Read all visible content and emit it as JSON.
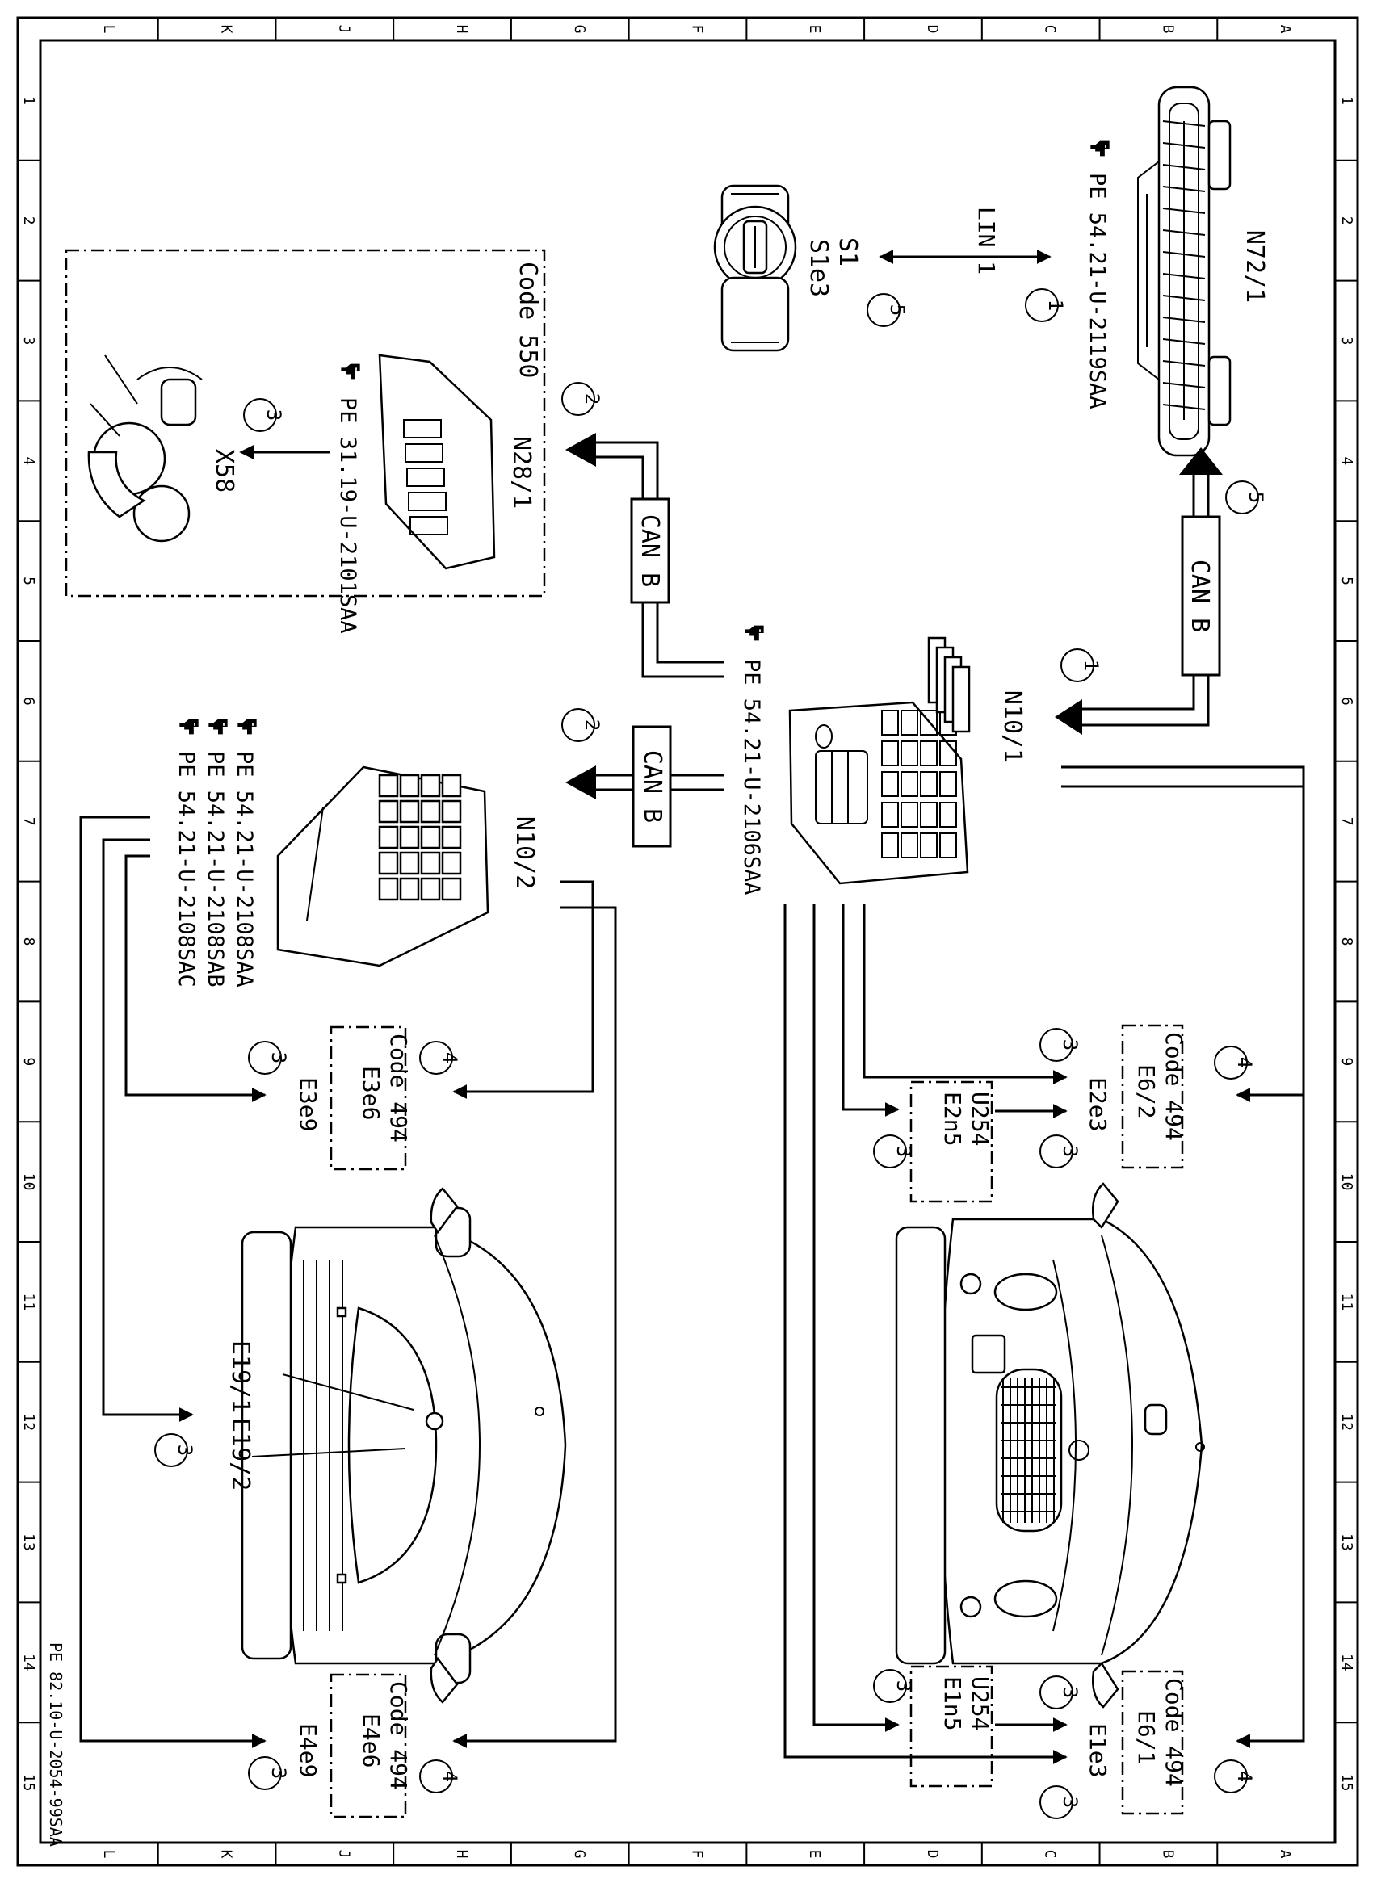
{
  "grid": {
    "letters": [
      "A",
      "B",
      "C",
      "D",
      "E",
      "F",
      "G",
      "H",
      "J",
      "K",
      "L"
    ],
    "numbers": [
      "1",
      "2",
      "3",
      "4",
      "5",
      "6",
      "7",
      "8",
      "9",
      "10",
      "11",
      "12",
      "13",
      "14",
      "15"
    ]
  },
  "components": {
    "n72_1": "N72/1",
    "n10_1": "N10/1",
    "n10_2": "N10/2",
    "n28_1": "N28/1",
    "s1": "S1",
    "s1e3": "S1e3",
    "x58": "X58"
  },
  "pe_refs": {
    "n72_1": "PE 54.21-U-2119SAA",
    "n10_1": "PE 54.21-U-2106SAA",
    "n28_1": "PE 31.19-U-2101SAA",
    "n10_2_a": "PE 54.21-U-2108SAA",
    "n10_2_b": "PE 54.21-U-2108SAB",
    "n10_2_c": "PE 54.21-U-2108SAC"
  },
  "buses": {
    "lin1": "LIN 1",
    "can_b": "CAN B"
  },
  "codes": {
    "code550": "Code 550",
    "code494": "Code 494"
  },
  "lamps": {
    "e6_2": "E6/2",
    "e2e3": "E2e3",
    "u254": "U254",
    "e2n5": "E2n5",
    "e6_1": "E6/1",
    "e1e3": "E1e3",
    "e1n5": "E1n5",
    "e3e6": "E3e6",
    "e3e9": "E3e9",
    "e4e6": "E4e6",
    "e4e9": "E4e9",
    "e19_1": "E19/1",
    "e19_2": "E19/2"
  },
  "markers": {
    "one": "1",
    "two": "2",
    "three": "3",
    "four": "4",
    "five": "5"
  },
  "doc_ref": "PE 82.10-U-2054-99SAA"
}
